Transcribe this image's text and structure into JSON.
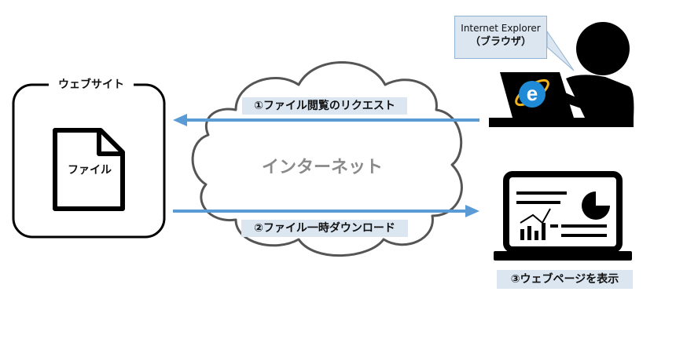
{
  "website": {
    "title": "ウェブサイト",
    "file_label": "ファイル"
  },
  "internet": {
    "label": "インターネット"
  },
  "steps": {
    "request": "①ファイル閲覧のリクエスト",
    "download": "②ファイル一時ダウンロード",
    "display": "③ウェブページを表示"
  },
  "browser_callout": {
    "title": "Internet Explorer",
    "subtitle": "（ブラウザ）"
  },
  "colors": {
    "arrow": "#5b9bd5",
    "label_bg": "#dbe6f1",
    "cloud_stroke": "#555555",
    "ie_blue": "#1f8ad6",
    "ie_ring": "#f2b21b"
  },
  "icons": {
    "user": "user-at-laptop-icon",
    "browser": "internet-explorer-icon",
    "screen": "laptop-dashboard-icon",
    "file": "document-file-icon"
  }
}
